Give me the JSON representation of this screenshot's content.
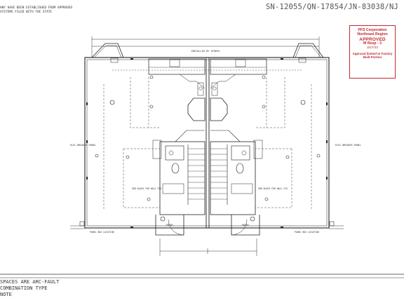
{
  "header": {
    "serial": "SN-12055/QN-17854/JN-83038/NJ",
    "top_note": [
      "ANY HAVE BEEN ESTABLISHED FROM APPROVED",
      "SYSTEMS FILED WITH THE STATE"
    ]
  },
  "stamp": {
    "company": "PFS Corporation",
    "region": "Northeast Region",
    "status": "APPROVED",
    "code": "M Resp - 3",
    "date": "3/27/23",
    "scope": "Approval limited to Factory Built Portion"
  },
  "plan": {
    "top_dim": "INSTALLED BY OTHERS",
    "elec_left": "ELEC BREAKER PANEL",
    "elec_right": "ELEC BREAKER PANEL",
    "tag_left": "GRD BLOCK FOR WALL FIX",
    "tag_right": "GRD BLOCK FOR WALL FIX",
    "panel_left": "PANEL BOX LOCATION",
    "panel_right": "PANEL BOX LOCATION",
    "entry_left": "ENTRY",
    "entry_right": "ENTRY"
  },
  "notes": [
    "SPACES ARE ARC-FAULT",
    "COMBINATION TYPE",
    "NOTE"
  ]
}
